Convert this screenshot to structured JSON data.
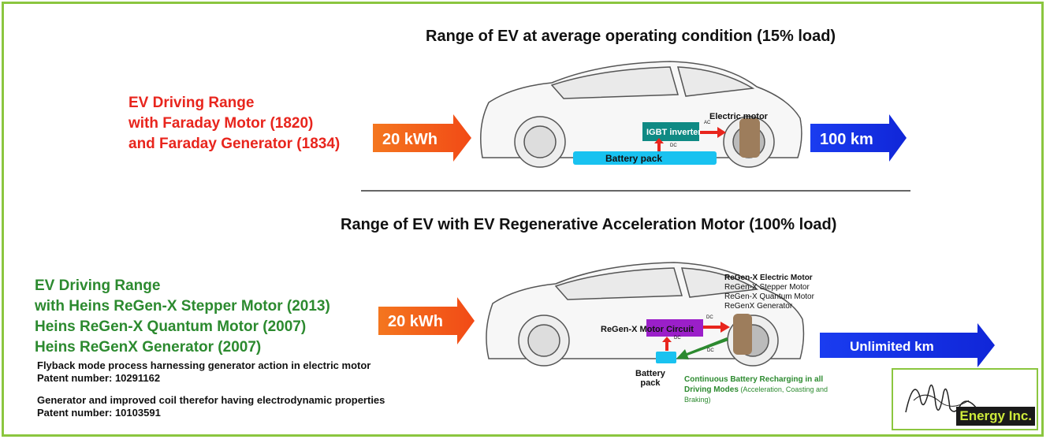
{
  "top": {
    "title": "Range of EV at average operating condition (15% load)",
    "left_lines": [
      "EV Driving Range",
      "with Faraday Motor (1820)",
      "and Faraday Generator (1834)"
    ],
    "input_label": "20 kWh",
    "output_label": "100 km",
    "inverter_label": "IGBT inverter",
    "motor_label": "Electric motor",
    "battery_label": "Battery pack",
    "ac_label": "AC",
    "dc_label": "DC"
  },
  "bottom": {
    "title": "Range of EV with EV Regenerative Acceleration Motor (100% load)",
    "left_lines": [
      "EV Driving Range",
      "with Heins ReGen-X Stepper Motor (2013)",
      "Heins ReGen-X Quantum Motor (2007)",
      "Heins ReGenX Generator (2007)"
    ],
    "patents": [
      {
        "title": "Flyback mode process harnessing generator action in electric motor",
        "number": "Patent number: 10291162"
      },
      {
        "title": "Generator and improved coil therefor having electrodynamic properties",
        "number": "Patent number: 10103591"
      }
    ],
    "input_label": "20 kWh",
    "output_label": "Unlimited km",
    "circuit_label": "ReGen-X Motor Circuit",
    "motor_lines": [
      "ReGen-X Electric Motor",
      "ReGen-X Stepper Motor",
      "ReGen-X Quantum Motor",
      "ReGenX Generator"
    ],
    "battery_lines": [
      "Battery",
      "pack"
    ],
    "recharge_bold": "Continuous Battery Recharging in all Driving Modes",
    "recharge_normal": " (Acceleration, Coasting and Braking)",
    "dc_label": "DC"
  },
  "logo": {
    "text": "Energy Inc."
  },
  "colors": {
    "accent_red": "#e8251d",
    "accent_green": "#2c8a2f",
    "orange_arrow": "#f2541b",
    "blue_arrow": "#1530e6",
    "battery": "#19c2f0",
    "inverter": "#0f8a84",
    "regen_circuit": "#9b1fc9",
    "frame": "#8bc63f"
  }
}
